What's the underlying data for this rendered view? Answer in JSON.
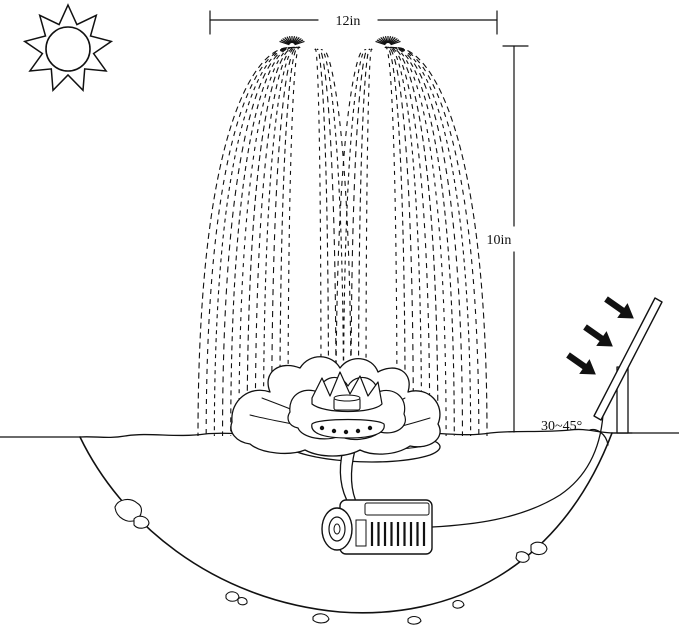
{
  "labels": {
    "width": "12in",
    "height": "10in",
    "angle": "30~45°"
  },
  "colors": {
    "ink": "#111111",
    "background": "#ffffff"
  }
}
